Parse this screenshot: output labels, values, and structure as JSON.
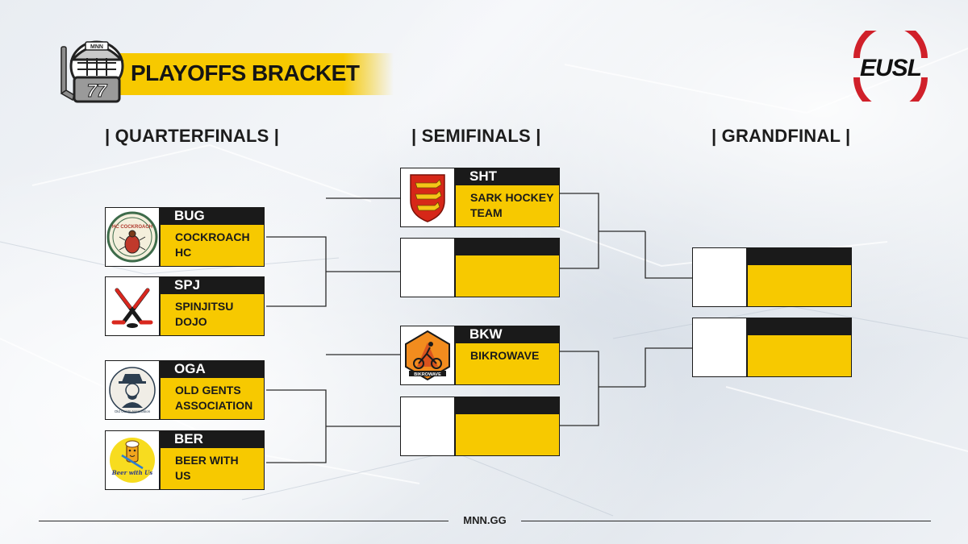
{
  "header": {
    "title": "PLAYOFFS BRACKET",
    "brand": "EUSL",
    "mascot_number": "77",
    "mascot_badge": "MNN"
  },
  "rounds": {
    "quarterfinals": "| QUARTERFINALS |",
    "semifinals": "| SEMIFINALS |",
    "grandfinal": "| GRANDFINAL |"
  },
  "quarterfinals": [
    {
      "code": "BUG",
      "name_line1": "COCKROACH",
      "name_line2": "HC",
      "logo": "cockroach-hc-logo",
      "logo_text": "HC COCKROACH"
    },
    {
      "code": "SPJ",
      "name_line1": "SPINJITSU",
      "name_line2": "DOJO",
      "logo": "hockey-sticks-logo"
    },
    {
      "code": "OGA",
      "name_line1": "OLD GENTS",
      "name_line2": "ASSOCIATION",
      "logo": "old-gents-logo",
      "logo_text": "Old Gents Association"
    },
    {
      "code": "BER",
      "name_line1": "BEER WITH",
      "name_line2": "US",
      "logo": "beer-with-us-logo",
      "logo_text": "Beer with Us"
    }
  ],
  "semifinals": [
    {
      "code": "SHT",
      "name_line1": "SARK HOCKEY",
      "name_line2": "TEAM",
      "logo": "lions-shield-logo"
    },
    {
      "code": "",
      "name_line1": "",
      "name_line2": "",
      "logo": "empty"
    },
    {
      "code": "BKW",
      "name_line1": "BIKROWAVE",
      "name_line2": "",
      "logo": "bikrowave-logo",
      "logo_text": "BIKROWAVE"
    },
    {
      "code": "",
      "name_line1": "",
      "name_line2": "",
      "logo": "empty"
    }
  ],
  "grandfinal": [
    {
      "code": "",
      "name_line1": "",
      "name_line2": "",
      "logo": "empty"
    },
    {
      "code": "",
      "name_line1": "",
      "name_line2": "",
      "logo": "empty"
    }
  ],
  "footer": {
    "text": "MNN.GG"
  },
  "colors": {
    "accent": "#f7c900",
    "dark": "#1a1a1a",
    "brand_red": "#d0202a"
  }
}
